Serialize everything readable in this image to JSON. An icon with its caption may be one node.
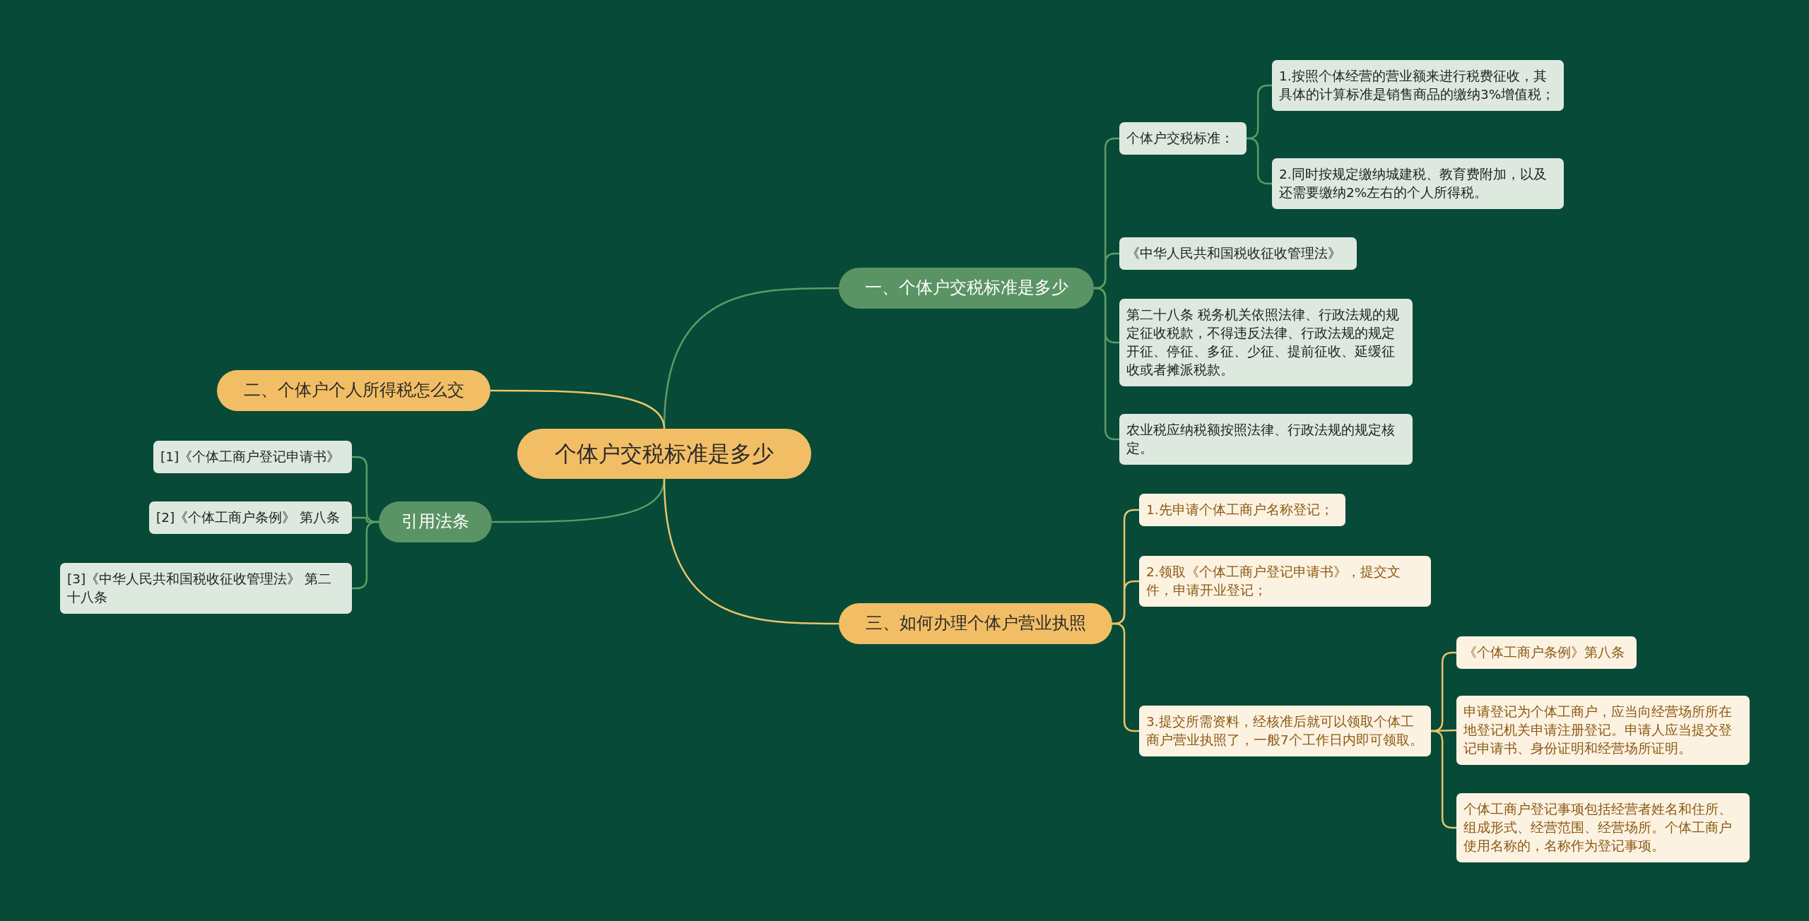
{
  "diagram": {
    "nodes": [
      {
        "text": [
          "个体户交税标准是多少"
        ]
      },
      {
        "text": [
          "一、个体户交税标准是多少"
        ]
      },
      {
        "text": [
          "个体户交税标准："
        ]
      },
      {
        "text": [
          "1.按照个体经营的营业额来进行税费征收，其具体的计算标准是销售商品的缴纳3%增值税；"
        ]
      },
      {
        "text": [
          "2.同时按规定缴纳城建税、教育费附加，以及还需要缴纳2%左右的个人所得税。"
        ]
      },
      {
        "text": [
          "《中华人民共和国税收征收管理法》"
        ]
      },
      {
        "text": [
          "第二十八条  税务机关依照法律、行政法规的规定征收税款，不得违反法律、行政法规的规定开征、停征、多征、少征、提前征收、延缓征收或者摊派税款。"
        ]
      },
      {
        "text": [
          "农业税应纳税额按照法律、行政法规的规定核定。"
        ]
      },
      {
        "text": [
          "二、个体户个人所得税怎么交"
        ]
      },
      {
        "text": [
          "引用法条"
        ]
      },
      {
        "text": [
          "[1]《个体工商户登记申请书》"
        ]
      },
      {
        "text": [
          "[2]《个体工商户条例》 第八条"
        ]
      },
      {
        "text": [
          "[3]《中华人民共和国税收征收管理法》 第二十八条"
        ]
      },
      {
        "text": [
          "三、如何办理个体户营业执照"
        ]
      },
      {
        "text": [
          "1.先申请个体工商户名称登记；"
        ]
      },
      {
        "text": [
          "2.领取《个体工商户登记申请书》，提交文件，申请开业登记；"
        ]
      },
      {
        "text": [
          "3.提交所需资料，经核准后就可以领取个体工商户营业执照了，一般7个工作日内即可领取。"
        ]
      },
      {
        "text": [
          "《个体工商户条例》第八条"
        ]
      },
      {
        "text": [
          "申请登记为个体工商户，应当向经营场所所在地登记机关申请注册登记。申请人应当提交登记申请书、身份证明和经营场所证明。"
        ]
      },
      {
        "text": [
          "个体工商户登记事项包括经营者姓名和住所、组成形式、经营范围、经营场所。个体工商户使用名称的，名称作为登记事项。"
        ]
      }
    ],
    "edges": [
      {
        "from": 0,
        "to": 1,
        "arrow": "none"
      },
      {
        "from": 1,
        "to": 2,
        "arrow": "none"
      },
      {
        "from": 2,
        "to": 3,
        "arrow": "none"
      },
      {
        "from": 2,
        "to": 4,
        "arrow": "none"
      },
      {
        "from": 1,
        "to": 5,
        "arrow": "none"
      },
      {
        "from": 1,
        "to": 6,
        "arrow": "none"
      },
      {
        "from": 1,
        "to": 7,
        "arrow": "none"
      },
      {
        "from": 0,
        "to": 8,
        "arrow": "none",
        "color": "#e9c46a"
      },
      {
        "from": 0,
        "to": 9,
        "arrow": "none"
      },
      {
        "from": 9,
        "to": 10,
        "arrow": "none"
      },
      {
        "from": 9,
        "to": 11,
        "arrow": "none"
      },
      {
        "from": 9,
        "to": 12,
        "arrow": "none"
      },
      {
        "from": 0,
        "to": 13,
        "arrow": "none",
        "color": "#e9c46a"
      },
      {
        "from": 13,
        "to": 14,
        "arrow": "none",
        "color": "#e9c46a"
      },
      {
        "from": 13,
        "to": 15,
        "arrow": "none",
        "color": "#e9c46a"
      },
      {
        "from": 13,
        "to": 16,
        "arrow": "none",
        "color": "#e9c46a"
      },
      {
        "from": 16,
        "to": 17,
        "arrow": "none",
        "color": "#e9c46a"
      },
      {
        "from": 16,
        "to": 18,
        "arrow": "none",
        "color": "#e9c46a"
      },
      {
        "from": 16,
        "to": 19,
        "arrow": "none",
        "color": "#e9c46a"
      }
    ]
  }
}
